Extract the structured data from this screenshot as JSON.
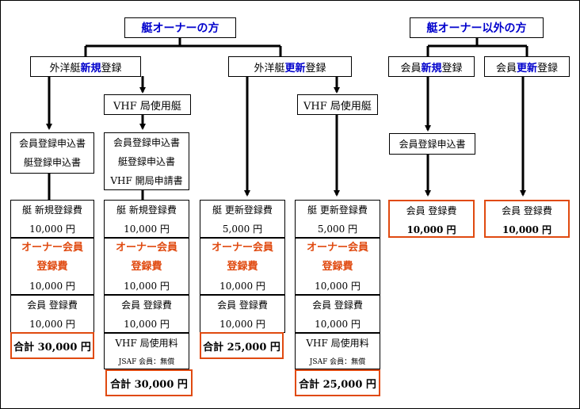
{
  "left_title": "艇オーナーの方",
  "right_title": "艇オーナー以外の方",
  "foreign_new": {
    "prefix": "外洋艇",
    "highlight": "新規",
    "suffix": "登録"
  },
  "foreign_renew": {
    "prefix": "外洋艇",
    "highlight": "更新",
    "suffix": "登録"
  },
  "member_new": {
    "prefix": "会員",
    "highlight": "新規",
    "suffix": "登録"
  },
  "member_renew": {
    "prefix": "会員",
    "highlight": "更新",
    "suffix": "登録"
  },
  "vhf_label": "VHF 局使用艇",
  "forms": {
    "member_app": "会員登録申込書",
    "boat_app": "艇登録申込書",
    "vhf_app": "VHF 開局申請書"
  },
  "fees": {
    "boat_new_label": "艇 新規登録費",
    "boat_new_amount": "10,000 円",
    "boat_renew_label": "艇 更新登録費",
    "boat_renew_amount": "5,000 円",
    "owner_member_line1": "オーナー会員",
    "owner_member_line2": "登録費",
    "owner_member_amount": "10,000 円",
    "member_label": "会員 登録費",
    "member_amount": "10,000 円",
    "member_amount_bold": "10,000 円",
    "vhf_fee_label": "VHF 局使用料",
    "jsaf_note": "JSAF 会員：無償"
  },
  "totals": {
    "t30": "合計 30,000 円",
    "t25": "合計 25,000 円"
  }
}
